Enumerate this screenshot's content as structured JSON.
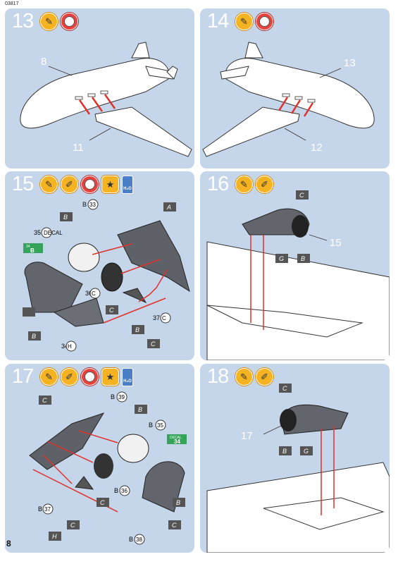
{
  "code": "03817",
  "page_number": "8",
  "steps": [
    {
      "number": "13",
      "labels": [
        "8",
        "11"
      ]
    },
    {
      "number": "14",
      "labels": [
        "13",
        "12"
      ]
    },
    {
      "number": "15",
      "labels": [
        "B",
        "33",
        "B",
        "35",
        "DECAL",
        "34",
        "B",
        "36",
        "C",
        "C",
        "A",
        "37",
        "C",
        "B",
        "34",
        "H",
        "C",
        "B"
      ]
    },
    {
      "number": "16",
      "labels": [
        "C",
        "G",
        "B",
        "15"
      ]
    },
    {
      "number": "17",
      "labels": [
        "C",
        "B",
        "39",
        "B",
        "B",
        "35",
        "DECAL",
        "34",
        "B",
        "36",
        "C",
        "B",
        "37",
        "H",
        "C",
        "B",
        "38",
        "B",
        "C"
      ]
    },
    {
      "number": "18",
      "labels": [
        "C",
        "17",
        "B",
        "G"
      ]
    }
  ],
  "colors": {
    "panel": "#c6d6ea",
    "step_number": "#ffffff",
    "arrow": "#e0312a",
    "icon_yellow": "#f6b321",
    "icon_red": "#e8403b",
    "decal_green": "#35a35a",
    "part_gray": "#606468"
  }
}
